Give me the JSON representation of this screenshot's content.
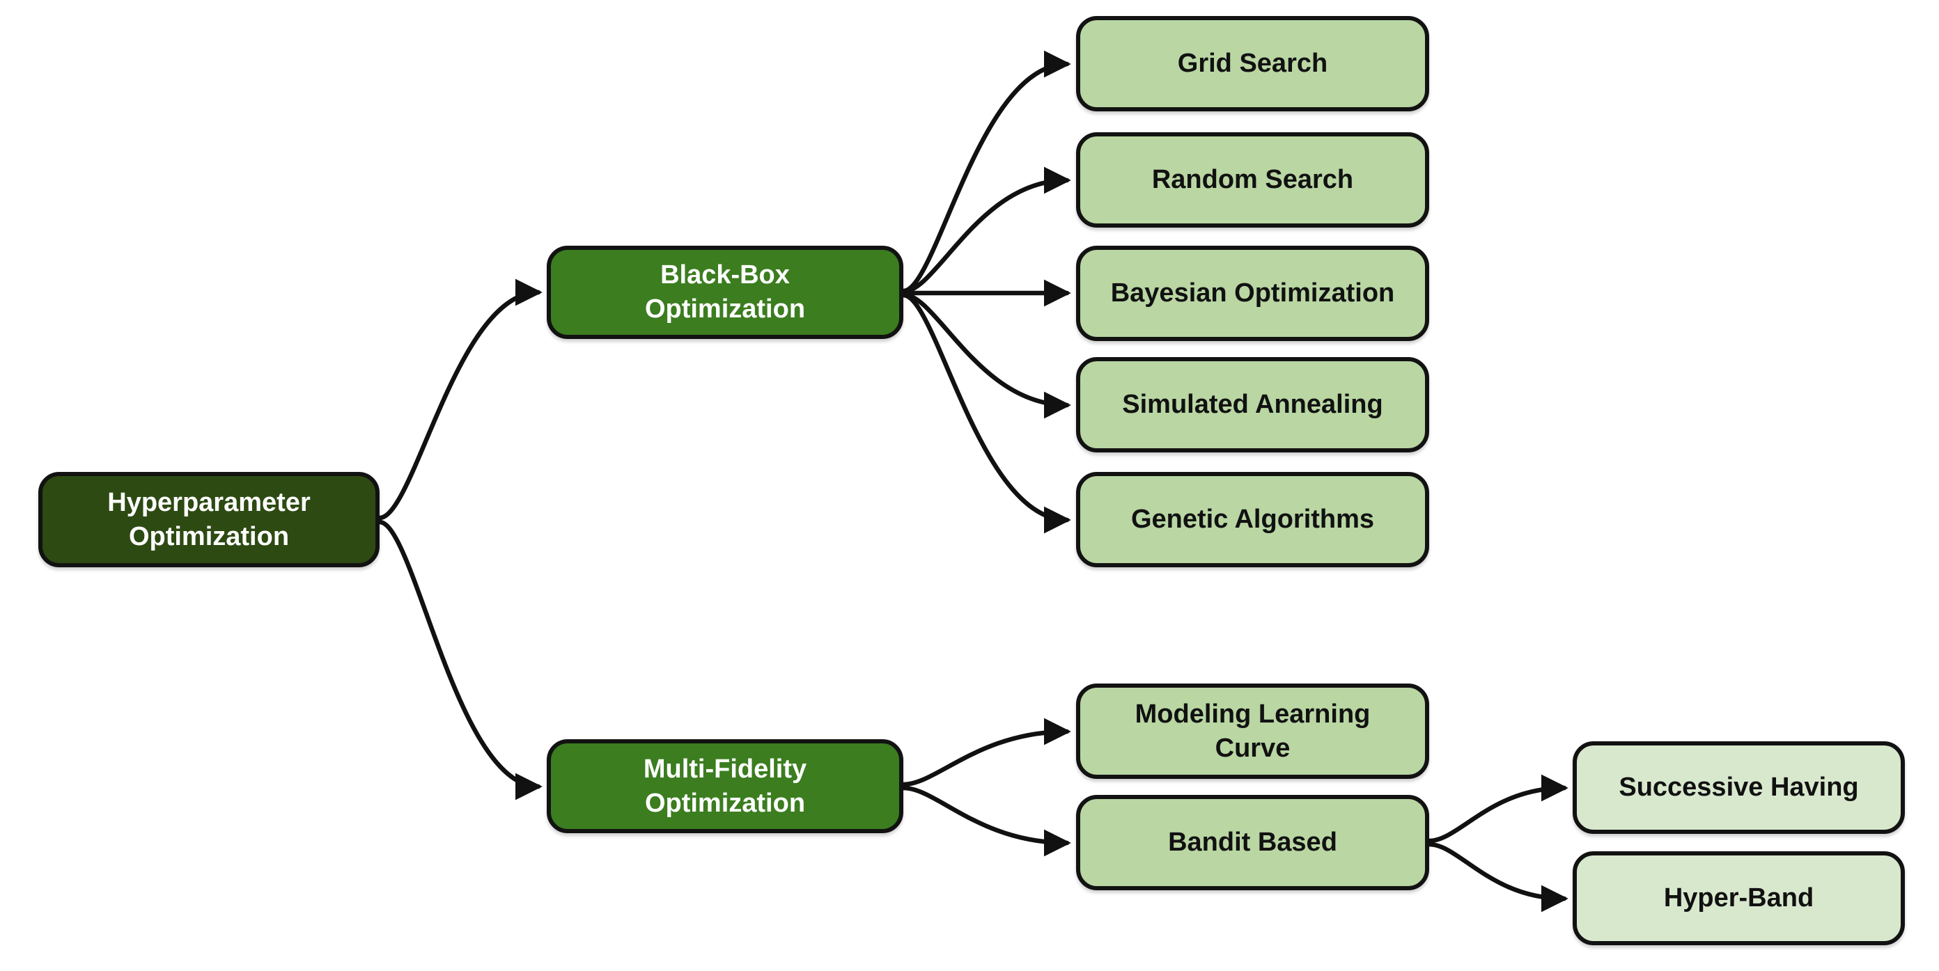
{
  "colors": {
    "bg": "#ffffff",
    "border": "#121212",
    "edge": "#111111",
    "level1": "#2d4a12",
    "level2": "#3b7d1f",
    "level3": "#b9d6a3",
    "level4": "#d8e8cd",
    "text_on_dark": "#ffffff",
    "text_on_light": "#111111"
  },
  "nodes": {
    "root": {
      "label": "Hyperparameter\nOptimization",
      "level": 1
    },
    "black_box": {
      "label": "Black-Box\nOptimization",
      "level": 2
    },
    "multi_fidelity": {
      "label": "Multi-Fidelity\nOptimization",
      "level": 2
    },
    "grid_search": {
      "label": "Grid Search",
      "level": 3
    },
    "random_search": {
      "label": "Random Search",
      "level": 3
    },
    "bayesian_optimization": {
      "label": "Bayesian Optimization",
      "level": 3
    },
    "simulated_annealing": {
      "label": "Simulated Annealing",
      "level": 3
    },
    "genetic_algorithms": {
      "label": "Genetic Algorithms",
      "level": 3
    },
    "modeling_learning_curve": {
      "label": "Modeling Learning\nCurve",
      "level": 3
    },
    "bandit_based": {
      "label": "Bandit Based",
      "level": 3
    },
    "successive_having": {
      "label": "Successive Having",
      "level": 4
    },
    "hyper_band": {
      "label": "Hyper-Band",
      "level": 4
    }
  },
  "edges": [
    {
      "from": "root",
      "to": "black_box"
    },
    {
      "from": "root",
      "to": "multi_fidelity"
    },
    {
      "from": "black_box",
      "to": "grid_search"
    },
    {
      "from": "black_box",
      "to": "random_search"
    },
    {
      "from": "black_box",
      "to": "bayesian_optimization"
    },
    {
      "from": "black_box",
      "to": "simulated_annealing"
    },
    {
      "from": "black_box",
      "to": "genetic_algorithms"
    },
    {
      "from": "multi_fidelity",
      "to": "modeling_learning_curve"
    },
    {
      "from": "multi_fidelity",
      "to": "bandit_based"
    },
    {
      "from": "bandit_based",
      "to": "successive_having"
    },
    {
      "from": "bandit_based",
      "to": "hyper_band"
    }
  ]
}
